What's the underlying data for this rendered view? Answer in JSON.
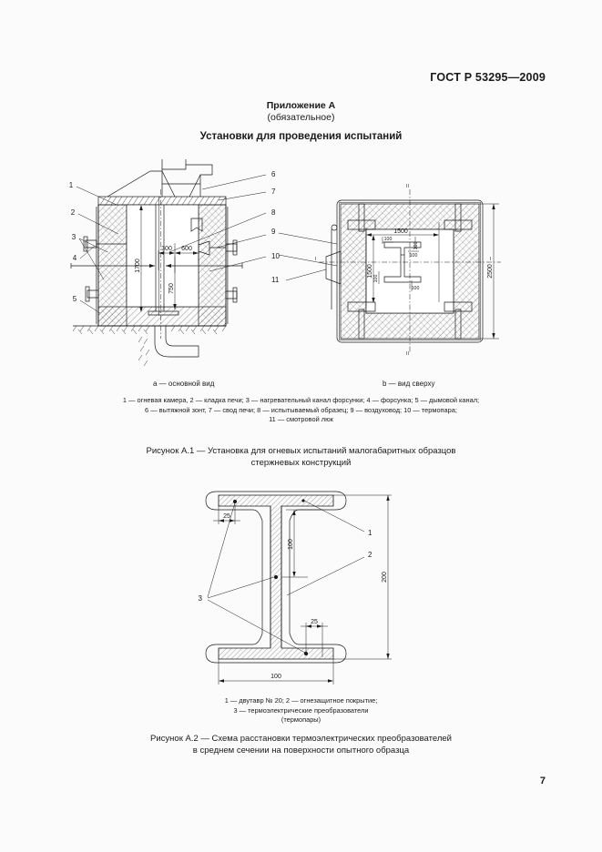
{
  "header": {
    "standard": "ГОСТ Р 53295—2009",
    "page_number": "7"
  },
  "appendix": {
    "line1": "Приложение А",
    "line2": "(обязательное)",
    "section_title": "Установки для проведения испытаний"
  },
  "figure_a1": {
    "view_a_label": "a — основной вид",
    "view_b_label": "b — вид сверху",
    "legend_line1": "1 — огневая камера, 2 — кладка печи; 3 — нагревательный канал форсунки; 4 — форсунка; 5 — дымовой канал;",
    "legend_line2": "6 — вытяжной зонт, 7 — свод печи; 8 — испытываемый образец; 9 — воздуховод; 10 — термопара;",
    "legend_line3": "11 — смотровой люк",
    "caption_line1": "Рисунок А.1 — Установка для огневых испытаний малогабаритных образцов",
    "caption_line2": "стержневых конструкций",
    "callouts": [
      "1",
      "2",
      "3",
      "4",
      "5",
      "6",
      "7",
      "8",
      "9",
      "10",
      "11"
    ],
    "dimensions_front": [
      "1700",
      "300",
      "600",
      "750"
    ],
    "dimensions_top": [
      "1500",
      "1500",
      "2500",
      "100",
      "100",
      "100",
      "100",
      "100"
    ],
    "section_marks": [
      "II",
      "II",
      "I",
      "I"
    ]
  },
  "figure_a2": {
    "legend_line1": "1 — двутавр № 20; 2 — огнезащитное покрытие;",
    "legend_line2": "3 — термоэлектрические преобразователи",
    "legend_line3": "(термопары)",
    "caption_line1": "Рисунок А.2 — Схема расстановки термоэлектрических преобразователей",
    "caption_line2": "в среднем сечении на поверхности опытного образца",
    "callouts": [
      "1",
      "2",
      "3"
    ],
    "dim_top_flange": "25",
    "dim_web_height": "100",
    "dim_total_height": "200",
    "dim_bottom_flange": "25",
    "dim_width": "100"
  },
  "colors": {
    "ink": "#1a1a1a",
    "paper": "#fbfbfb"
  }
}
